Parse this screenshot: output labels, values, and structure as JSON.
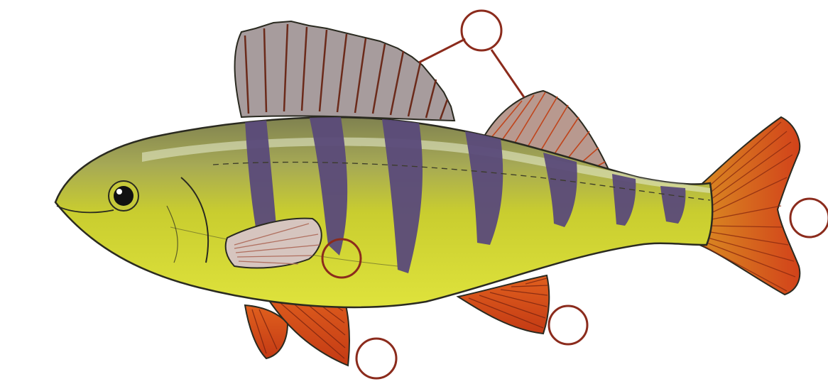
{
  "diagram": {
    "subject": "perch",
    "colors": {
      "body": "#c8cc2a",
      "belly": "#dde23a",
      "back": "#8b8f52",
      "stripes": "#5e4a78",
      "red_fins": "#d4441a",
      "grey_fins": "#a39a9a",
      "outline": "#2a2a20",
      "marker": "#8b2b1c"
    },
    "blank_labels": [
      {
        "target": "dorsal-fins",
        "text": ""
      },
      {
        "target": "tail-fin",
        "text": ""
      },
      {
        "target": "pectoral-fin",
        "text": ""
      },
      {
        "target": "anal-fin",
        "text": ""
      },
      {
        "target": "pelvic-fin",
        "text": ""
      }
    ]
  }
}
